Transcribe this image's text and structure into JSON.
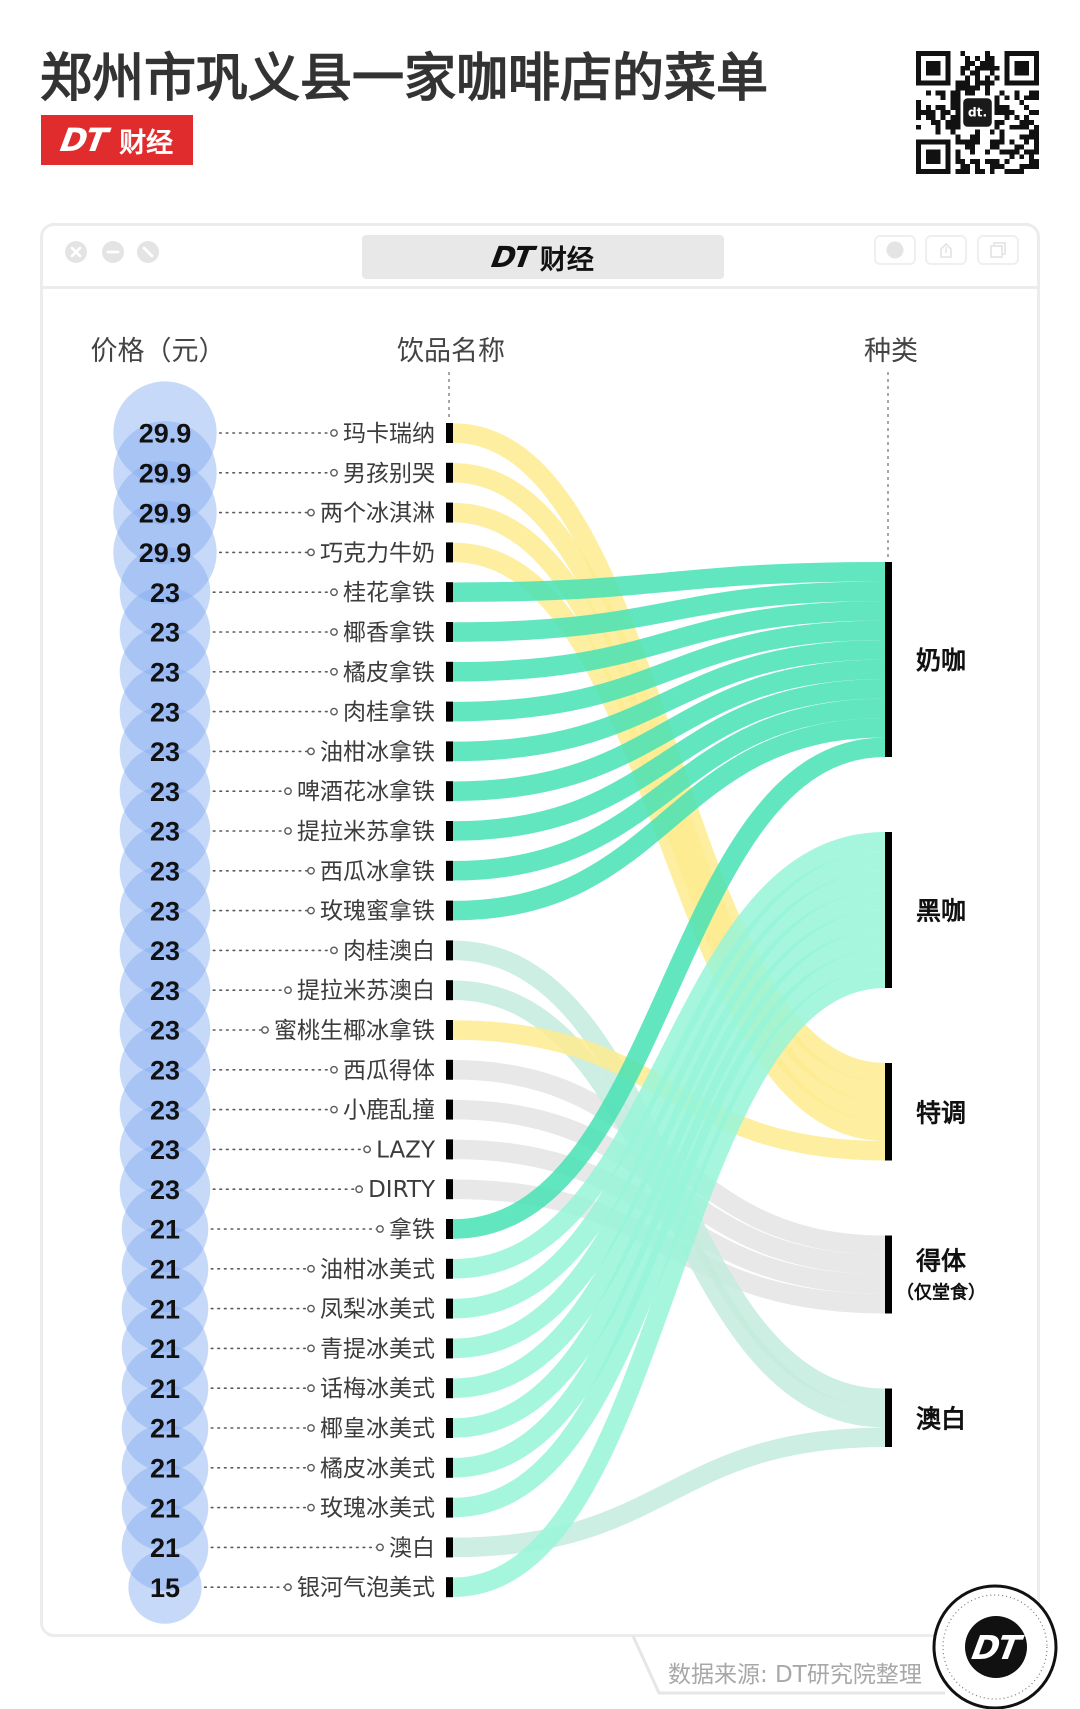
{
  "title": "郑州市巩义县一家咖啡店的菜单",
  "brand_badge": {
    "dt": "DT",
    "cn": "财经",
    "color": "#e02c2c"
  },
  "qr_code": {
    "logo_text": "dt."
  },
  "window": {
    "title_tab": {
      "dt": "DT",
      "cn": "财经"
    },
    "left_buttons": [
      {
        "icon": "close-icon"
      },
      {
        "icon": "minimize-icon"
      },
      {
        "icon": "fullscreen-icon"
      }
    ],
    "right_buttons": [
      {
        "icon": "record-icon"
      },
      {
        "icon": "share-icon"
      },
      {
        "icon": "copy-icon"
      }
    ]
  },
  "headers": {
    "price": "价格（元）",
    "name": "饮品名称",
    "category": "种类"
  },
  "chart_data": {
    "type": "sankey",
    "title": "郑州市巩义县一家咖啡店的菜单",
    "columns": [
      "价格（元）",
      "饮品名称",
      "种类"
    ],
    "link_opacity": 0.85,
    "bubble_color": "#82abef",
    "rows": [
      {
        "price": 29.9,
        "price_label": "29.9",
        "name": "玛卡瑞纳",
        "category": "特调"
      },
      {
        "price": 29.9,
        "price_label": "29.9",
        "name": "男孩别哭",
        "category": "特调"
      },
      {
        "price": 29.9,
        "price_label": "29.9",
        "name": "两个冰淇淋",
        "category": "特调"
      },
      {
        "price": 29.9,
        "price_label": "29.9",
        "name": "巧克力牛奶",
        "category": "特调"
      },
      {
        "price": 23,
        "price_label": "23",
        "name": "桂花拿铁",
        "category": "奶咖"
      },
      {
        "price": 23,
        "price_label": "23",
        "name": "椰香拿铁",
        "category": "奶咖"
      },
      {
        "price": 23,
        "price_label": "23",
        "name": "橘皮拿铁",
        "category": "奶咖"
      },
      {
        "price": 23,
        "price_label": "23",
        "name": "肉桂拿铁",
        "category": "奶咖"
      },
      {
        "price": 23,
        "price_label": "23",
        "name": "油柑冰拿铁",
        "category": "奶咖"
      },
      {
        "price": 23,
        "price_label": "23",
        "name": "啤酒花冰拿铁",
        "category": "奶咖"
      },
      {
        "price": 23,
        "price_label": "23",
        "name": "提拉米苏拿铁",
        "category": "奶咖"
      },
      {
        "price": 23,
        "price_label": "23",
        "name": "西瓜冰拿铁",
        "category": "奶咖"
      },
      {
        "price": 23,
        "price_label": "23",
        "name": "玫瑰蜜拿铁",
        "category": "奶咖"
      },
      {
        "price": 23,
        "price_label": "23",
        "name": "肉桂澳白",
        "category": "澳白"
      },
      {
        "price": 23,
        "price_label": "23",
        "name": "提拉米苏澳白",
        "category": "澳白"
      },
      {
        "price": 23,
        "price_label": "23",
        "name": "蜜桃生椰冰拿铁",
        "category": "特调"
      },
      {
        "price": 23,
        "price_label": "23",
        "name": "西瓜得体",
        "category": "得体"
      },
      {
        "price": 23,
        "price_label": "23",
        "name": "小鹿乱撞",
        "category": "得体"
      },
      {
        "price": 23,
        "price_label": "23",
        "name": "LAZY",
        "category": "得体"
      },
      {
        "price": 23,
        "price_label": "23",
        "name": "DIRTY",
        "category": "得体"
      },
      {
        "price": 21,
        "price_label": "21",
        "name": "拿铁",
        "category": "奶咖"
      },
      {
        "price": 21,
        "price_label": "21",
        "name": "油柑冰美式",
        "category": "黑咖"
      },
      {
        "price": 21,
        "price_label": "21",
        "name": "凤梨冰美式",
        "category": "黑咖"
      },
      {
        "price": 21,
        "price_label": "21",
        "name": "青提冰美式",
        "category": "黑咖"
      },
      {
        "price": 21,
        "price_label": "21",
        "name": "话梅冰美式",
        "category": "黑咖"
      },
      {
        "price": 21,
        "price_label": "21",
        "name": "椰皇冰美式",
        "category": "黑咖"
      },
      {
        "price": 21,
        "price_label": "21",
        "name": "橘皮冰美式",
        "category": "黑咖"
      },
      {
        "price": 21,
        "price_label": "21",
        "name": "玫瑰冰美式",
        "category": "黑咖"
      },
      {
        "price": 21,
        "price_label": "21",
        "name": "澳白",
        "category": "澳白"
      },
      {
        "price": 15,
        "price_label": "15",
        "name": "银河气泡美式",
        "category": "黑咖"
      }
    ],
    "categories": [
      {
        "name": "奶咖",
        "count": 10,
        "color": "#47e2b5"
      },
      {
        "name": "黑咖",
        "count": 8,
        "color": "#97f4d8"
      },
      {
        "name": "特调",
        "count": 5,
        "color": "#fdeb8f"
      },
      {
        "name": "得体",
        "sub": "（仅堂食）",
        "count": 4,
        "color": "#e4e4e4"
      },
      {
        "name": "澳白",
        "count": 3,
        "color": "#c4ebdd"
      }
    ],
    "source": "数据来源: DT研究院整理"
  },
  "footer": {
    "source": "数据来源: DT研究院整理",
    "logo": "DT"
  }
}
